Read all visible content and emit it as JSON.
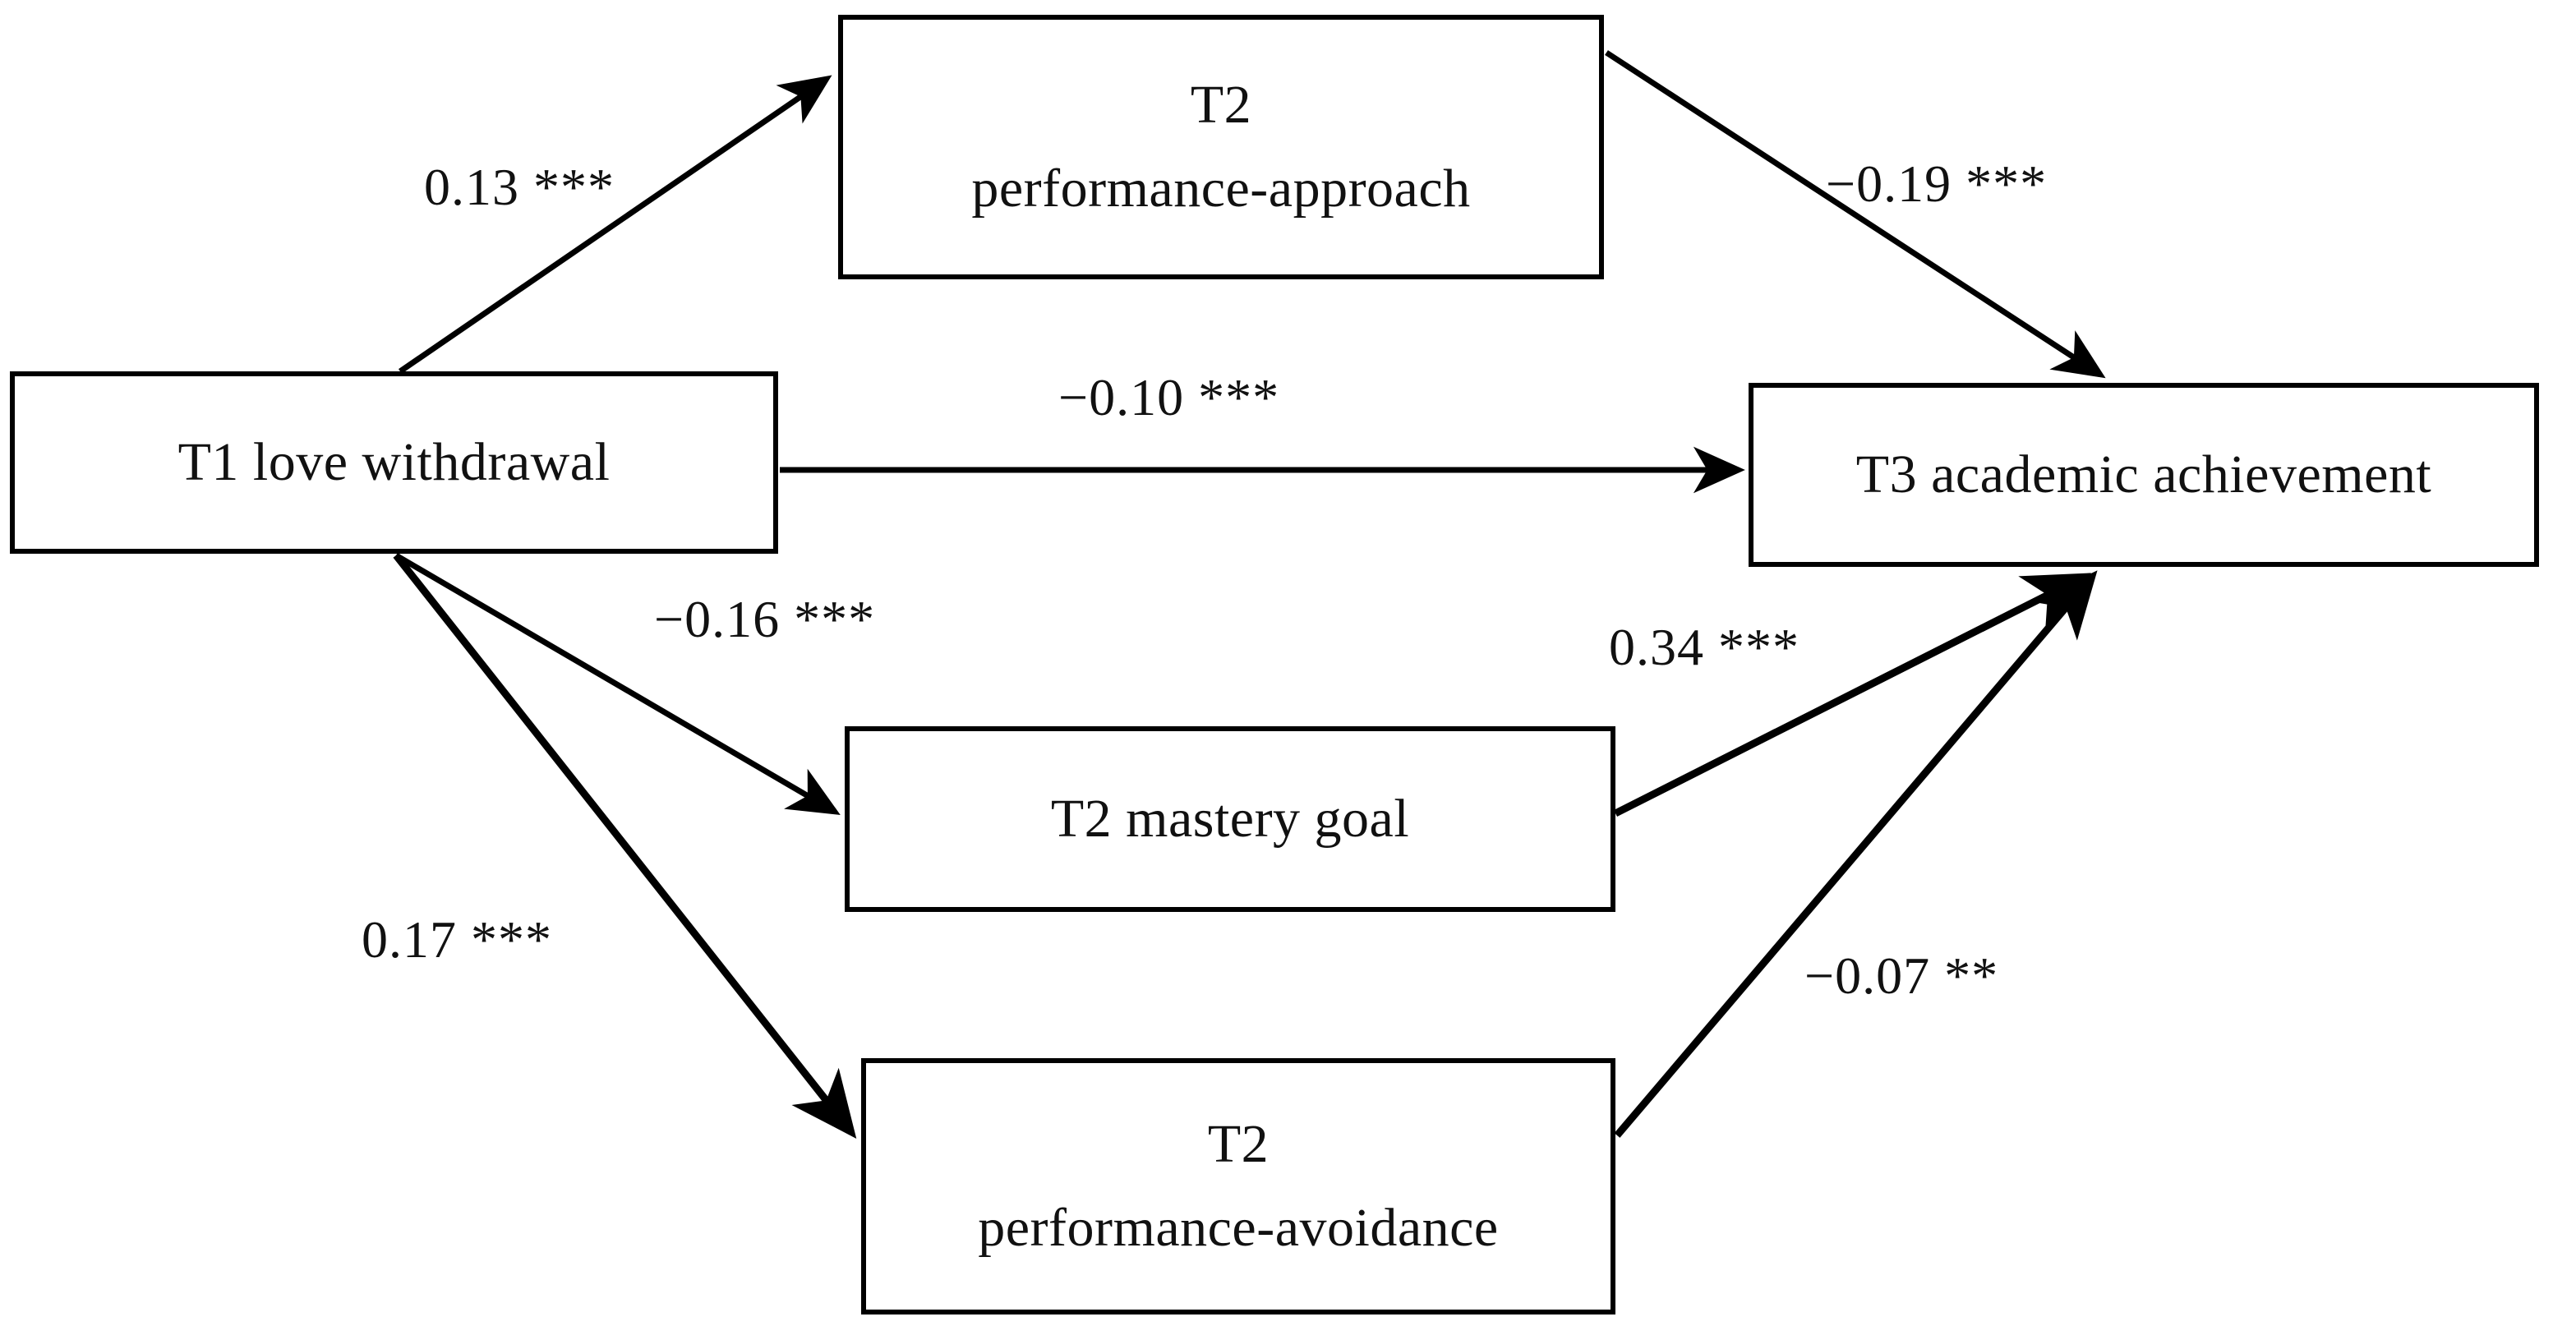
{
  "figure": {
    "type": "path-diagram",
    "background": "#ffffff",
    "stroke_color": "#000000",
    "text_color": "#111111"
  },
  "nodes": [
    {
      "id": "t2-performance-approach",
      "lines": [
        "T2",
        "performance-approach"
      ]
    },
    {
      "id": "t1-love-withdrawal",
      "lines": [
        "T1 love withdrawal"
      ]
    },
    {
      "id": "t3-academic-achievement",
      "lines": [
        "T3 academic achievement"
      ]
    },
    {
      "id": "t2-mastery-goal",
      "lines": [
        "T2 mastery goal"
      ]
    },
    {
      "id": "t2-performance-avoidance",
      "lines": [
        "T2",
        "performance-avoidance"
      ]
    }
  ],
  "edges": [
    {
      "id": "withdrawal-to-approach",
      "from": "t1-love-withdrawal",
      "to": "t2-performance-approach",
      "label": "0.13 ***",
      "coefficient": 0.13,
      "significance": "***"
    },
    {
      "id": "approach-to-achievement",
      "from": "t2-performance-approach",
      "to": "t3-academic-achievement",
      "label": "−0.19 ***",
      "coefficient": -0.19,
      "significance": "***"
    },
    {
      "id": "withdrawal-to-achievement",
      "from": "t1-love-withdrawal",
      "to": "t3-academic-achievement",
      "label": "−0.10 ***",
      "coefficient": -0.1,
      "significance": "***"
    },
    {
      "id": "withdrawal-to-mastery",
      "from": "t1-love-withdrawal",
      "to": "t2-mastery-goal",
      "label": "−0.16 ***",
      "coefficient": -0.16,
      "significance": "***"
    },
    {
      "id": "mastery-to-achievement",
      "from": "t2-mastery-goal",
      "to": "t3-academic-achievement",
      "label": "0.34 ***",
      "coefficient": 0.34,
      "significance": "***"
    },
    {
      "id": "withdrawal-to-avoidance",
      "from": "t1-love-withdrawal",
      "to": "t2-performance-avoidance",
      "label": "0.17 ***",
      "coefficient": 0.17,
      "significance": "***"
    },
    {
      "id": "avoidance-to-achievement",
      "from": "t2-performance-avoidance",
      "to": "t3-academic-achievement",
      "label": "−0.07 **",
      "coefficient": -0.07,
      "significance": "**"
    }
  ],
  "chart_data": {
    "type": "diagram",
    "title": "",
    "nodes": [
      "T2 performance-approach",
      "T1 love withdrawal",
      "T3 academic achievement",
      "T2 mastery goal",
      "T2 performance-avoidance"
    ],
    "paths": [
      {
        "from": "T1 love withdrawal",
        "to": "T2 performance-approach",
        "value": 0.13,
        "sig": "***",
        "label": "0.13 ***"
      },
      {
        "from": "T2 performance-approach",
        "to": "T3 academic achievement",
        "value": -0.19,
        "sig": "***",
        "label": "−0.19 ***"
      },
      {
        "from": "T1 love withdrawal",
        "to": "T3 academic achievement",
        "value": -0.1,
        "sig": "***",
        "label": "−0.10 ***"
      },
      {
        "from": "T1 love withdrawal",
        "to": "T2 mastery goal",
        "value": -0.16,
        "sig": "***",
        "label": "−0.16 ***"
      },
      {
        "from": "T2 mastery goal",
        "to": "T3 academic achievement",
        "value": 0.34,
        "sig": "***",
        "label": "0.34 ***"
      },
      {
        "from": "T1 love withdrawal",
        "to": "T2 performance-avoidance",
        "value": 0.17,
        "sig": "***",
        "label": "0.17 ***"
      },
      {
        "from": "T2 performance-avoidance",
        "to": "T3 academic achievement",
        "value": -0.07,
        "sig": "**",
        "label": "−0.07 **"
      }
    ]
  }
}
